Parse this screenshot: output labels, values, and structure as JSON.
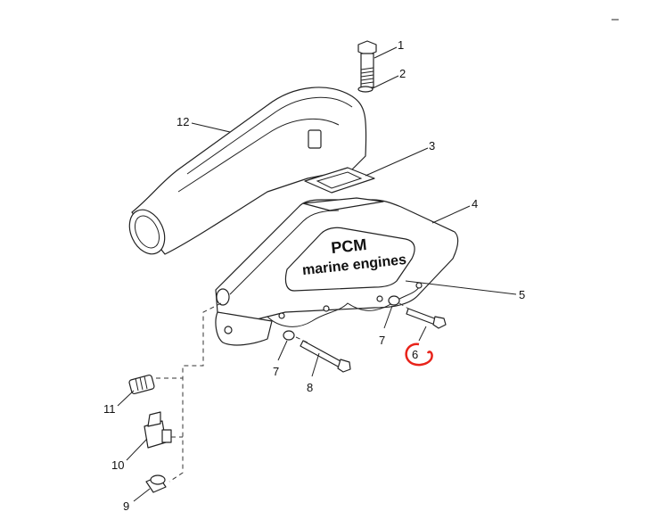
{
  "diagram": {
    "logo": {
      "line1": "PCM",
      "line2": "marine engines"
    },
    "callouts": {
      "c1": "1",
      "c2": "2",
      "c3": "3",
      "c4": "4",
      "c5": "5",
      "c6": "6",
      "c7a": "7",
      "c7b": "7",
      "c8": "8",
      "c9": "9",
      "c10": "10",
      "c11": "11",
      "c12": "12"
    },
    "highlight_color": "#e8231a"
  }
}
